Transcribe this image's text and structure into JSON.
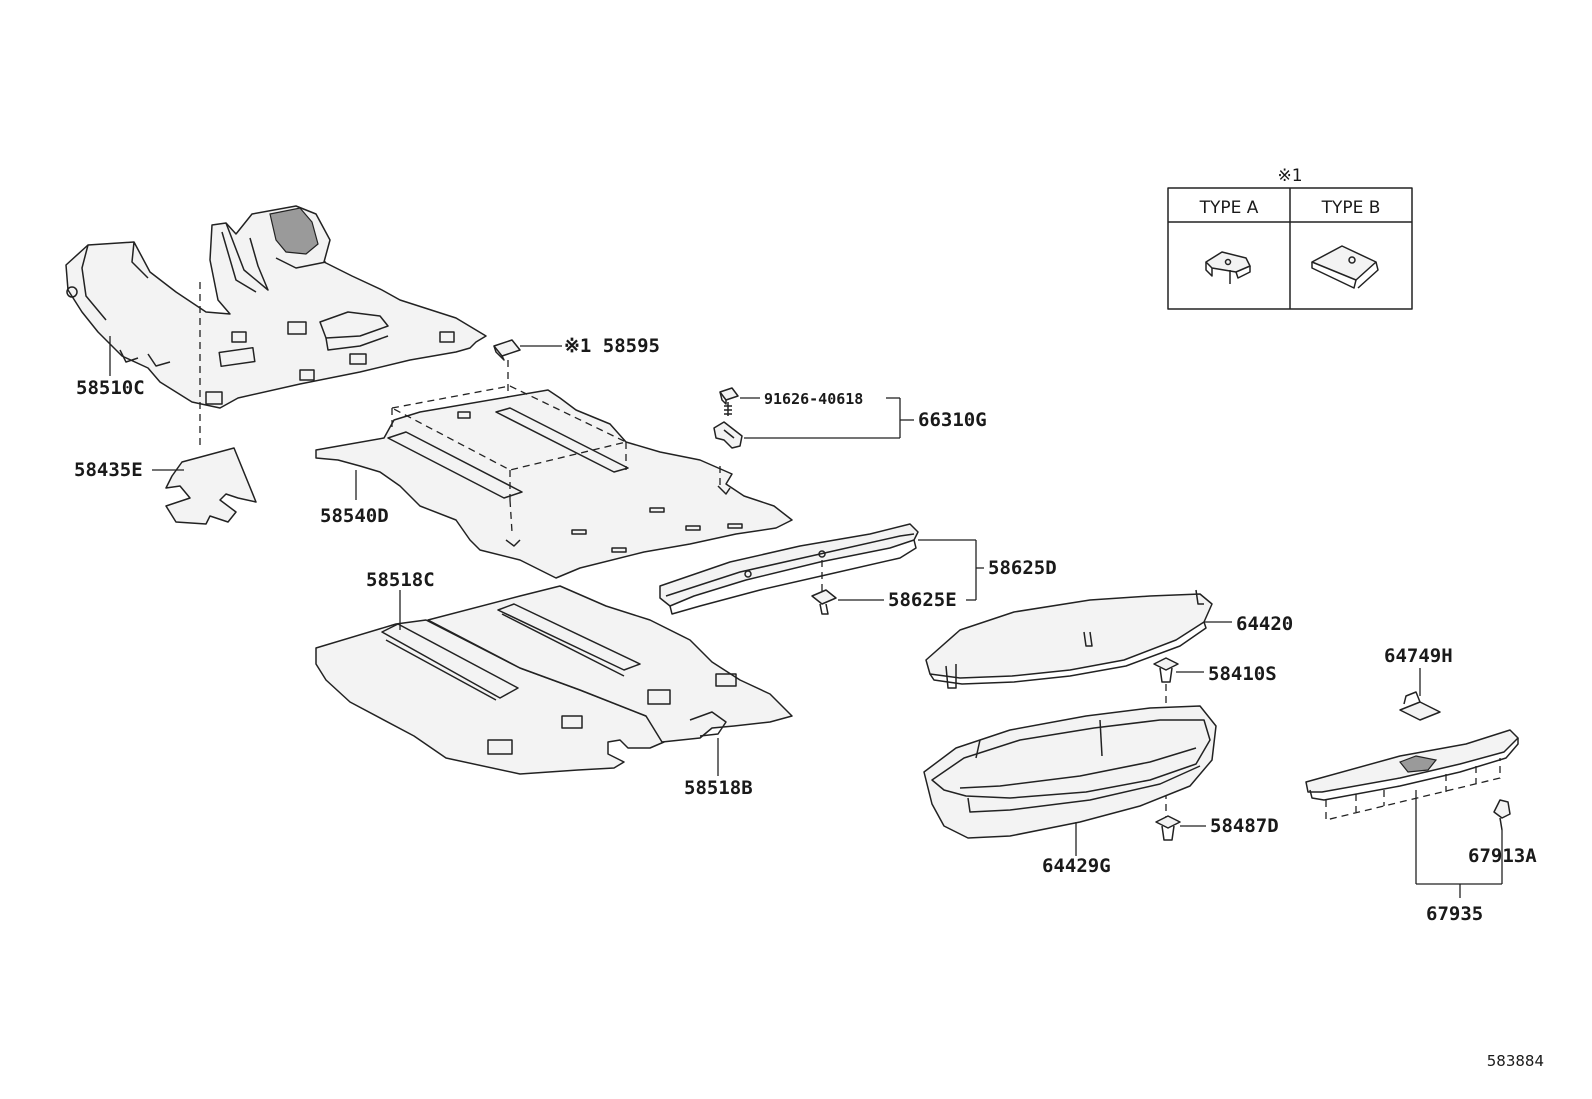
{
  "diagram_id": "583884",
  "legend": {
    "marker": "※1",
    "type_a": "TYPE A",
    "type_b": "TYPE B"
  },
  "callouts": {
    "p58510C": "58510C",
    "p58435E": "58435E",
    "p58595": "※1 58595",
    "p91626": "91626-40618",
    "p66310G": "66310G",
    "p58540D": "58540D",
    "p58518C": "58518C",
    "p58518B": "58518B",
    "p58625D": "58625D",
    "p58625E": "58625E",
    "p64420": "64420",
    "p58410S": "58410S",
    "p58487D": "58487D",
    "p64429G": "64429G",
    "p64749H": "64749H",
    "p67913A": "67913A",
    "p67935": "67935"
  }
}
